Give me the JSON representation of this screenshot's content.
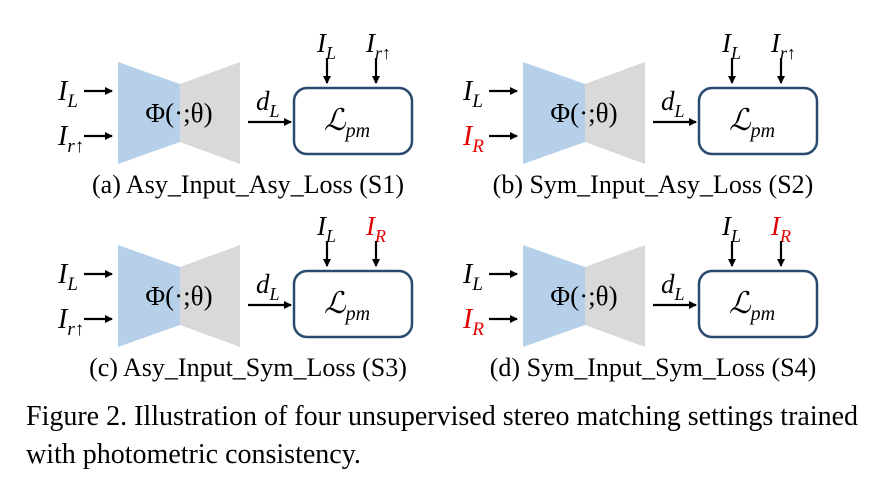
{
  "colors": {
    "encoder": "#b7d0ea",
    "decoder": "#d9d9d9",
    "highlight": "#e00000",
    "box_stroke": "#2b4a6f"
  },
  "network_label": "Φ(·;θ)",
  "output_label": {
    "base": "d",
    "sub": "L"
  },
  "loss_label": {
    "base": "ℒ",
    "sub": "pm"
  },
  "panels": [
    {
      "caption": "(a) Asy_Input_Asy_Loss (S1)",
      "inputs": [
        {
          "base": "I",
          "sub": "L",
          "highlight": false
        },
        {
          "base": "I",
          "sub": "r↑",
          "highlight": false
        }
      ],
      "loss_inputs": [
        {
          "base": "I",
          "sub": "L",
          "highlight": false
        },
        {
          "base": "I",
          "sub": "r↑",
          "highlight": false
        }
      ]
    },
    {
      "caption": "(b) Sym_Input_Asy_Loss (S2)",
      "inputs": [
        {
          "base": "I",
          "sub": "L",
          "highlight": false
        },
        {
          "base": "I",
          "sub": "R",
          "highlight": true
        }
      ],
      "loss_inputs": [
        {
          "base": "I",
          "sub": "L",
          "highlight": false
        },
        {
          "base": "I",
          "sub": "r↑",
          "highlight": false
        }
      ]
    },
    {
      "caption": "(c) Asy_Input_Sym_Loss (S3)",
      "inputs": [
        {
          "base": "I",
          "sub": "L",
          "highlight": false
        },
        {
          "base": "I",
          "sub": "r↑",
          "highlight": false
        }
      ],
      "loss_inputs": [
        {
          "base": "I",
          "sub": "L",
          "highlight": false
        },
        {
          "base": "I",
          "sub": "R",
          "highlight": true
        }
      ]
    },
    {
      "caption": "(d) Sym_Input_Sym_Loss (S4)",
      "inputs": [
        {
          "base": "I",
          "sub": "L",
          "highlight": false
        },
        {
          "base": "I",
          "sub": "R",
          "highlight": true
        }
      ],
      "loss_inputs": [
        {
          "base": "I",
          "sub": "L",
          "highlight": false
        },
        {
          "base": "I",
          "sub": "R",
          "highlight": true
        }
      ]
    }
  ],
  "figure_caption": "Figure 2. Illustration of four unsupervised stereo matching settings trained with photometric consistency."
}
